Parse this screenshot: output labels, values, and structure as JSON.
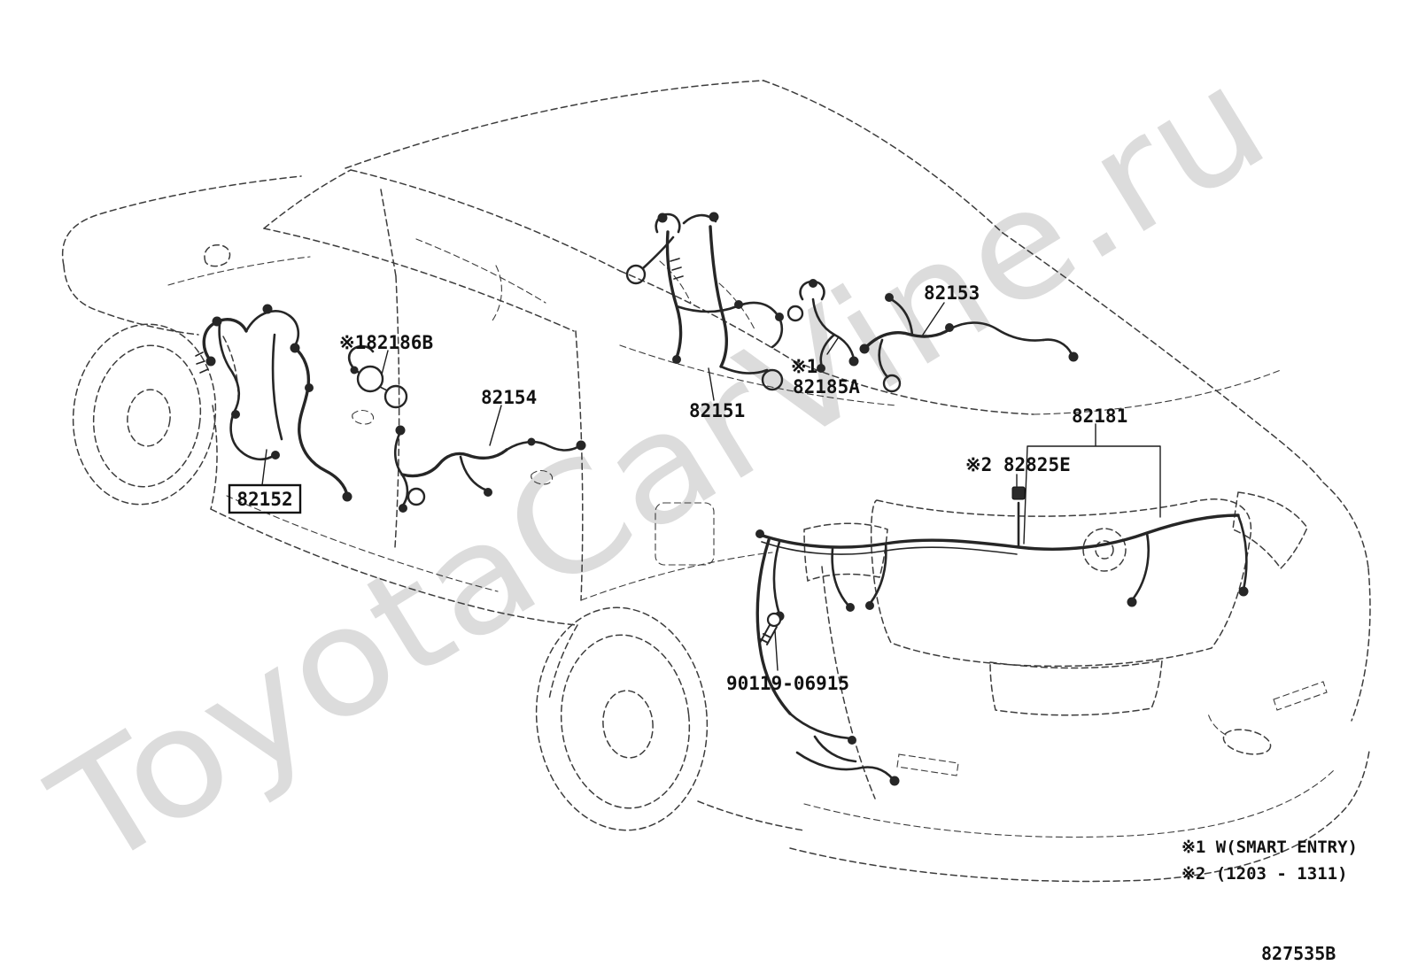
{
  "watermark": "ToyotaCarVine.ru",
  "doc_code": "827535B",
  "parts": {
    "p82186b": {
      "label": "※182186B"
    },
    "p82154": {
      "label": "82154"
    },
    "p82151": {
      "label": "82151"
    },
    "p82185a": {
      "mark": "※1",
      "label": "82185A"
    },
    "p82153": {
      "label": "82153"
    },
    "p82181": {
      "label": "82181"
    },
    "p82825e": {
      "label": "※2 82825E"
    },
    "p82152": {
      "label": "82152"
    },
    "p90119": {
      "label": "90119-06915"
    }
  },
  "footnotes": [
    "※1 W(SMART ENTRY)",
    "※2 (1203 - 1311)"
  ]
}
